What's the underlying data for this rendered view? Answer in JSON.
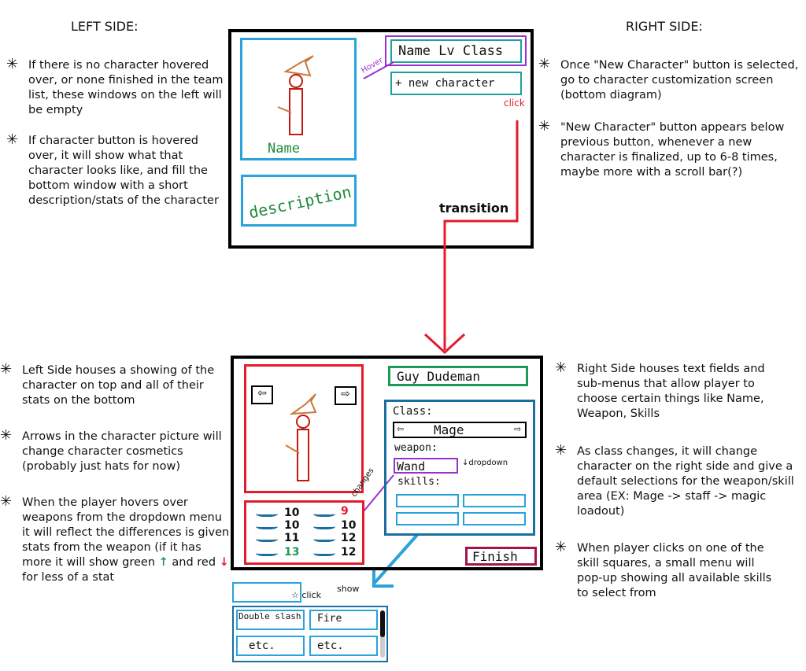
{
  "left_heading": "LEFT SIDE:",
  "right_heading": "RIGHT SIDE:",
  "top_notes_left": [
    "If there is no character hovered over, or none finished in the team list, these windows on the left will be empty",
    "If character button is hovered over, it will show what that character looks like, and fill the bottom window with a short description/stats of the character"
  ],
  "top_notes_right": [
    "Once \"New Character\" button is selected, go to character customization screen (bottom diagram)",
    "\"New Character\" button appears below previous button, whenever a new character is finalized, up to 6-8 times, maybe more with a scroll bar(?)"
  ],
  "bottom_notes_left": [
    "Left Side houses a showing of the character on top and all of their stats on the bottom",
    "Arrows in the character picture will change character cosmetics (probably just hats for now)",
    "When the player hovers over weapons from the dropdown menu it will reflect the differences is given stats from the weapon (if it has more it will show green",
    "and red",
    "for less of a stat"
  ],
  "bottom_notes_right": [
    "Right Side houses text fields and sub-menus that allow player to choose certain things like Name, Weapon, Skills",
    "As class changes, it will change character on the right side and give a default selections for the weapon/skill area (EX: Mage -> staff -> magic loadout)",
    "When player clicks on one of the skill squares, a small menu will pop-up showing all available skills to select from"
  ],
  "mock1": {
    "portrait_name": "Name",
    "description": "description",
    "char_button": "Name Lv Class",
    "new_button": "+ new character",
    "hover": "Hover",
    "click": "click",
    "transition": "transition"
  },
  "mock2": {
    "name_field": "Guy Dudeman",
    "class_label": "Class:",
    "class_value": "Mage",
    "weapon_label": "weapon:",
    "weapon_value": "Wand",
    "dropdown": "dropdown",
    "skills_label": "skills:",
    "changes": "changes",
    "finish": "Finish",
    "stats_left": [
      "10",
      "10",
      "11",
      "13"
    ],
    "stats_right": [
      "9",
      "10",
      "12",
      "12"
    ],
    "click": "click",
    "show": "show",
    "skills_menu": [
      "Double slash",
      "Fire",
      "etc.",
      "etc."
    ]
  },
  "colors": {
    "blue": "#29a3dc",
    "red": "#e41b2b",
    "green": "#1d9a55",
    "purple": "#9b30d0",
    "teal": "#1aa39a",
    "maroon": "#a0164a"
  }
}
